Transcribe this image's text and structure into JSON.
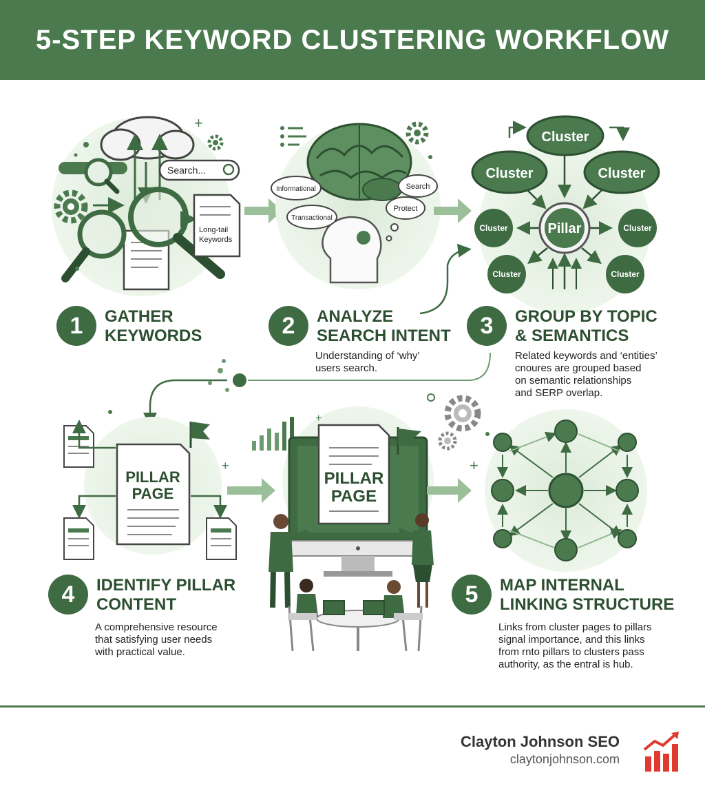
{
  "title": "5-STEP KEYWORD CLUSTERING WORKFLOW",
  "steps": [
    {
      "number": "1",
      "title": "GATHER\nKEYWORDS",
      "description": ""
    },
    {
      "number": "2",
      "title": "ANALYZE\nSEARCH INTENT",
      "description": "Understanding of ‘why’\nusers search."
    },
    {
      "number": "3",
      "title": "GROUP BY TOPIC\n& SEMANTICS",
      "description": "Related keywords and ‘entities’\ncnoures are grouped based\non semantic relationships\nand SERP overlap."
    },
    {
      "number": "4",
      "title": "IDENTIFY PILLAR\nCONTENT",
      "description": "A comprehensive resource\nthat satisfying user needs\nwith practical value."
    },
    {
      "number": "5",
      "title": "MAP INTERNAL\nLINKING STRUCTURE",
      "description": "Links from cluster pages to pillars\nsignal importance, and this links\nfrom rnto pillars to clusters pass\nauthority, as the entral is hub."
    }
  ],
  "illustration_labels": {
    "search_placeholder": "Search...",
    "doc_label_line1": "Long-tail",
    "doc_label_line2": "Keywords",
    "bubble_informational": "Informational",
    "bubble_transactional": "Transactional",
    "bubble_search": "Search",
    "bubble_protect": "Protect",
    "cluster": "Cluster",
    "pillar": "Pillar",
    "pillar_page_line1": "PILLAR",
    "pillar_page_line2": "PAGE"
  },
  "brand": {
    "name": "Clayton Johnson SEO",
    "url": "claytonjohnson.com"
  },
  "colors": {
    "primary": "#4a7a4e",
    "dark": "#2d4f31",
    "light": "#dfeedd",
    "logo_red": "#e03a2f"
  }
}
